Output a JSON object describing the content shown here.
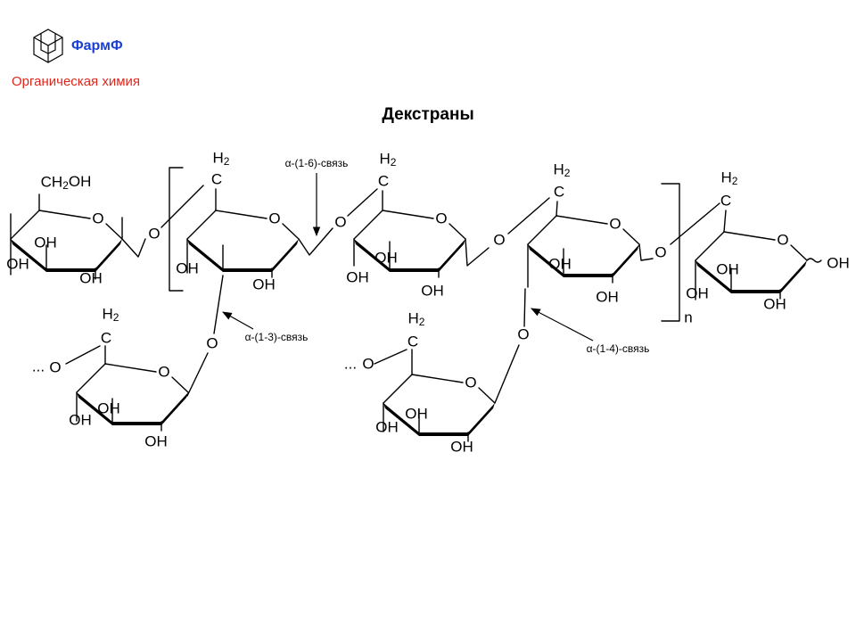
{
  "header": {
    "brand": "ФармФ",
    "subject": "Органическая химия",
    "logo_icon": "adamantane-icon",
    "brand_color": "#1a3fd6",
    "subject_color": "#e0261b"
  },
  "title": "Декстраны",
  "diagram": {
    "atoms": {
      "ring_oxygen": "O",
      "bridge_oxygen": "O",
      "hydroxyl": "OH",
      "carbon": "C",
      "hydrogen": "H",
      "hydrogen_count": "2",
      "ch2oh_prefix": "CH",
      "ch2oh_sub": "2",
      "ch2oh_suffix": "OH",
      "continuation": "...",
      "repeat_index": "n"
    },
    "labels": {
      "alpha_1_6": "α-(1-6)-связь",
      "alpha_1_3": "α-(1-3)-связь",
      "alpha_1_4": "α-(1-4)-связь"
    }
  }
}
